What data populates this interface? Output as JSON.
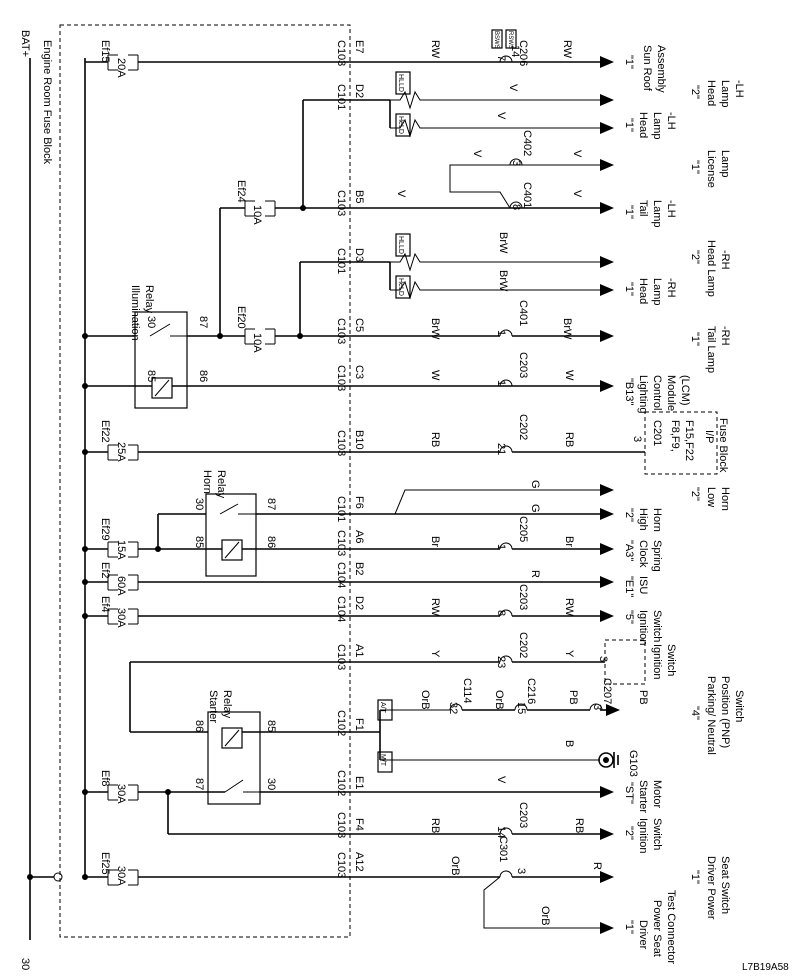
{
  "bat_label": "BAT+",
  "page_number": "30",
  "figure_code": "L7B19A58",
  "fuse_block_label": "Engine Room Fuse Block",
  "relays": {
    "illumination": {
      "name_line1": "Illumination",
      "name_line2": "Relay",
      "p30": "30",
      "p87": "87",
      "p85": "85",
      "p86": "86"
    },
    "horn": {
      "name_line1": "Horn",
      "name_line2": "Relay",
      "p30": "30",
      "p87": "87",
      "p85": "85",
      "p86": "86"
    },
    "starter": {
      "name_line1": "Starter",
      "name_line2": "Relay",
      "p86": "86",
      "p85": "85",
      "p87": "87",
      "p30": "30"
    }
  },
  "fuses": [
    {
      "name": "Ef15",
      "rating": "20A"
    },
    {
      "name": "Ef24",
      "rating": "10A"
    },
    {
      "name": "Ef20",
      "rating": "10A"
    },
    {
      "name": "Ef22",
      "rating": "25A"
    },
    {
      "name": "Ef29",
      "rating": "15A"
    },
    {
      "name": "Ef2",
      "rating": "60A"
    },
    {
      "name": "Ef4",
      "rating": "30A"
    },
    {
      "name": "Ef8",
      "rating": "30A"
    },
    {
      "name": "Ef25",
      "rating": "30A"
    }
  ],
  "circuits": [
    {
      "conn": "C103",
      "pin": "E7",
      "color1": "RW",
      "conn2": "C206",
      "pin2a": "7",
      "pin2b": "14",
      "color2": "RW",
      "dest_pin": "\"1\"",
      "dest1": "Sun Roof",
      "dest2": "Assembly",
      "dest3": ""
    },
    {
      "conn": "C101",
      "pin": "D2",
      "color1": "V",
      "dest_pin": "\"2\"",
      "dest1": "Head",
      "dest2": "Lamp",
      "dest3": "-LH"
    },
    {
      "conn": "",
      "pin": "",
      "color1": "V",
      "dest_pin": "\"1\"",
      "dest1": "Head",
      "dest2": "Lamp",
      "dest3": "-LH"
    },
    {
      "conn2": "C402",
      "pin2a": "3",
      "color1": "V",
      "color2": "V",
      "dest_pin": "\"1\"",
      "dest1": "License",
      "dest2": "Lamp",
      "dest3": ""
    },
    {
      "conn": "C103",
      "pin": "B5",
      "color1": "V",
      "conn2": "C401",
      "pin2a": "8",
      "color2": "V",
      "dest_pin": "\"1\"",
      "dest1": "Tail",
      "dest2": "Lamp",
      "dest3": "-LH"
    },
    {
      "conn": "C101",
      "pin": "D3",
      "color1": "BrW",
      "dest_pin": "\"2\"",
      "dest1": "Head Lamp",
      "dest2": "-RH",
      "dest3": ""
    },
    {
      "conn": "",
      "pin": "",
      "color1": "BrW",
      "dest_pin": "\"1\"",
      "dest1": "Head",
      "dest2": "Lamp",
      "dest3": "-RH"
    },
    {
      "conn": "C103",
      "pin": "C5",
      "color1": "BrW",
      "conn2": "C401",
      "pin2a": "1",
      "color2": "BrW",
      "dest_pin": "\"1\"",
      "dest1": "Tail Lamp",
      "dest2": "-RH",
      "dest3": ""
    },
    {
      "conn": "C103",
      "pin": "C3",
      "color1": "W",
      "conn2": "C203",
      "pin2a": "1",
      "color2": "W",
      "dest_pin": "\"B13\"",
      "dest1": "Lighting",
      "dest2": "Control",
      "dest3": "Module",
      "dest4": "(LCM)"
    },
    {
      "conn": "C103",
      "pin": "B10",
      "color1": "RB",
      "conn2": "C202",
      "pin2a": "21",
      "color2": "RB"
    },
    {
      "conn": "C101",
      "pin": "F6",
      "color1": "G",
      "dest_pin": "\"2\"",
      "dest1": "Low",
      "dest2": "Horn",
      "dest3": ""
    },
    {
      "conn": "",
      "pin": "",
      "color1": "G",
      "dest_pin": "\"2\"",
      "dest1": "High",
      "dest2": "Horn",
      "dest3": ""
    },
    {
      "conn": "C103",
      "pin": "A6",
      "color1": "Br",
      "conn2": "C205",
      "pin2a": "1",
      "color2": "Br",
      "dest_pin": "\"A3\"",
      "dest1": "Clock",
      "dest2": "Spring",
      "dest3": ""
    },
    {
      "conn": "C104",
      "pin": "B2",
      "color1": "R",
      "dest_pin": "\"E1\"",
      "dest1": "ISU",
      "dest2": "",
      "dest3": ""
    },
    {
      "conn": "C104",
      "pin": "D2",
      "color1": "RW",
      "conn2": "C203",
      "pin2a": "8",
      "color2": "RW",
      "dest_pin": "\"5\"",
      "dest1": "Ignition",
      "dest2": "Switch",
      "dest3": ""
    },
    {
      "conn": "C103",
      "pin": "A1",
      "color1": "Y",
      "conn2": "C202",
      "pin2a": "23",
      "color2": "Y"
    },
    {
      "conn": "C102",
      "pin": "F1",
      "color1": "OrB",
      "conn2": "C114",
      "pin2a": "32",
      "color2": "OrB",
      "conn3": "C216",
      "pin3": "15",
      "color3": "PB",
      "conn4": "C207",
      "pin4": "3",
      "color4": "PB",
      "dest_pin": "\"4\"",
      "dest1": "Parking/ Neutral",
      "dest2": "Position (PNP)",
      "dest3": "Switch"
    },
    {
      "conn": "C102",
      "pin": "E1",
      "color1": "V",
      "dest_pin": "\"ST\"",
      "dest1": "Starter",
      "dest2": "Motor",
      "dest3": ""
    },
    {
      "conn": "C103",
      "pin": "F4",
      "color1": "RB",
      "conn2": "C203",
      "pin2a": "14",
      "color2": "RB",
      "dest_pin": "\"2\"",
      "dest1": "Ignition",
      "dest2": "Switch",
      "dest3": ""
    },
    {
      "conn": "C103",
      "pin": "A12",
      "color1": "OrB",
      "conn2": "C301",
      "pin2a": "3",
      "color2": "R",
      "dest_pin": "\"1\"",
      "dest1": "Driver Power",
      "dest2": "Seat Switch",
      "dest3": ""
    }
  ],
  "ip_fuse_block": {
    "conn": "C201",
    "pin": "3",
    "fuses": "F8,F9,",
    "fuses2": "F15,F22",
    "name1": "I/P",
    "name2": "Fuse Block"
  },
  "ignition_switch_block": {
    "pin": "3",
    "name1": "Ignition",
    "name2": "Switch"
  },
  "ground": {
    "color": "B",
    "name": "G103"
  },
  "test_connector": {
    "color": "OrB",
    "dest_pin": "\"1\"",
    "dest1": "Driver",
    "dest2": "Power Seat",
    "dest3": "Test Connector"
  },
  "options": {
    "sunroof_a": "BSWS",
    "sunroof_b": "RSWS",
    "hlld_a": "HLLD",
    "hlld_b": "HeLD",
    "at": "A/T",
    "mt": "M/T"
  }
}
